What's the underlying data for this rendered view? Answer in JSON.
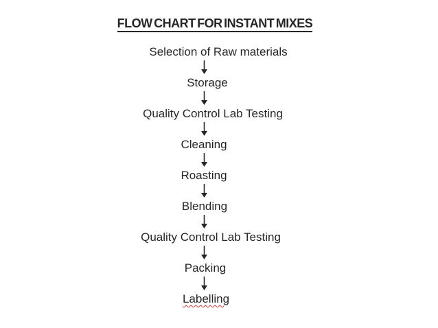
{
  "document": {
    "title": "FLOW CHART FOR INSTANT MIXES"
  },
  "flowchart": {
    "steps": [
      "Selection of Raw materials",
      "Storage",
      "Quality Control Lab Testing",
      "Cleaning",
      "Roasting",
      "Blending",
      "Quality Control Lab Testing",
      "Packing",
      "Labelling"
    ],
    "connector": "down-arrow",
    "spellcheck_flagged_word": "Labelling"
  },
  "colors": {
    "text": "#262626",
    "background": "#ffffff",
    "title_underline": "#262626",
    "spellcheck_underline": "#cc3333"
  }
}
